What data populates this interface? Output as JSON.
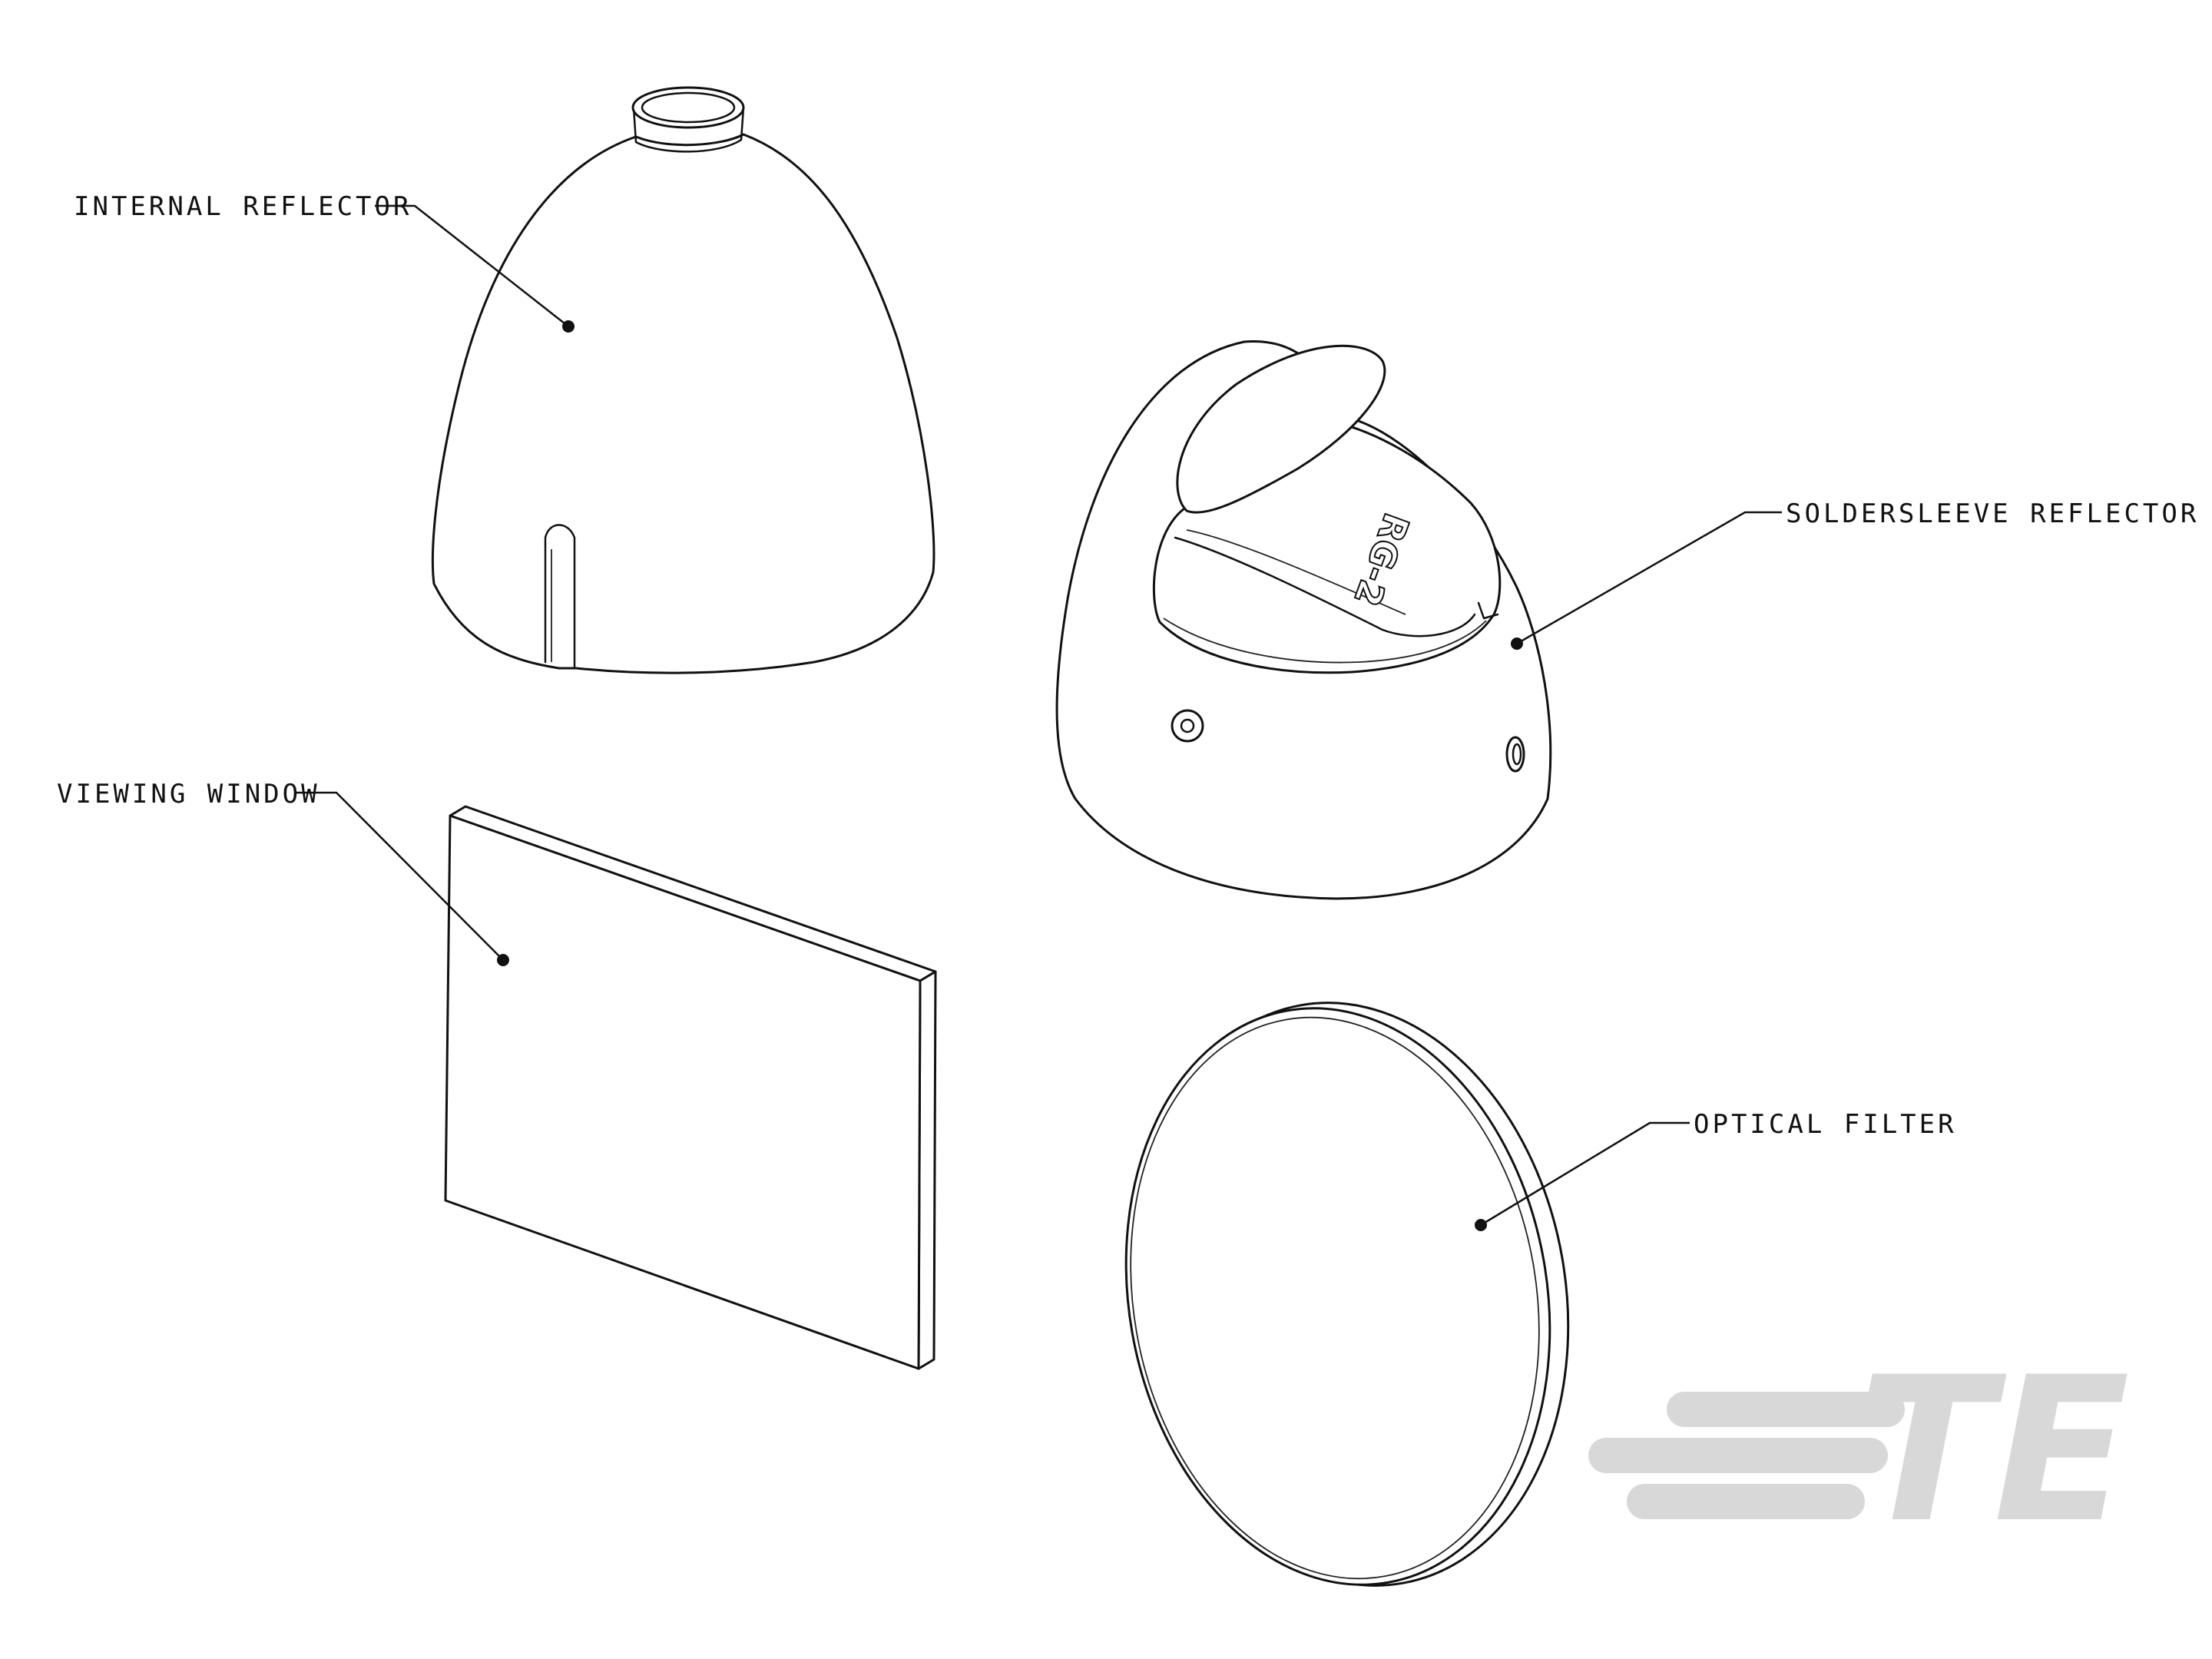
{
  "labels": {
    "internal_reflector": "INTERNAL REFLECTOR",
    "soldersleeve_reflector": "SOLDERSLEEVE REFLECTOR",
    "viewing_window": "VIEWING WINDOW",
    "optical_filter": "OPTICAL FILTER"
  },
  "engraving": "RG-2",
  "logo": {
    "text": "TE",
    "color": "#d8d8d8"
  },
  "colors": {
    "line": "#111111",
    "background": "#ffffff"
  }
}
